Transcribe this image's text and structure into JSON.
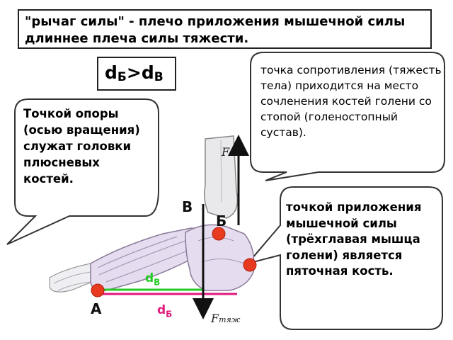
{
  "title": "\"рычаг силы\" - плечо приложения мышечной силы длиннее плеча силы тяжести.",
  "formula": {
    "d": "d",
    "sub1": "Б",
    "op": ">d",
    "sub2": "В"
  },
  "callouts": {
    "left": "Точкой опоры (осью вращения) служат головки плюсневых костей.",
    "top_right": "точка сопротивления (тяжесть тела) приходится на место сочленения костей голени со стопой (голеностопный сустав).",
    "bottom_right": "точкой приложения мышечной силы (трёхглавая мышца голени) является пяточная кость."
  },
  "points": {
    "a": "А",
    "b": "Б",
    "v": "В"
  },
  "arms": {
    "d": "d",
    "sub_b": "Б",
    "sub_v": "В"
  },
  "forces": {
    "f": "F",
    "f_tyazh_sub": "тяж"
  },
  "colors": {
    "green_arm": "#22cc22",
    "pink_arm": "#e0197d",
    "red_point": "#e83a1f",
    "bone_fill": "#e6dcef"
  }
}
